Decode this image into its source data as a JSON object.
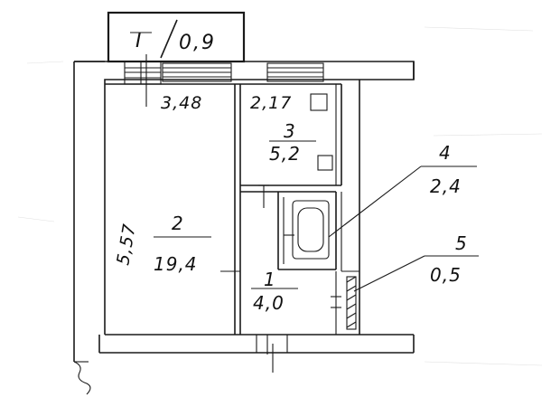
{
  "balcony": {
    "number": "I",
    "area": "0,9"
  },
  "rooms": [
    {
      "id": "room-1",
      "number": "1",
      "area": "4,0"
    },
    {
      "id": "room-2",
      "number": "2",
      "area": "19,4"
    },
    {
      "id": "room-3",
      "number": "3",
      "area": "5,2"
    },
    {
      "id": "room-4",
      "number": "4",
      "area": "2,4"
    },
    {
      "id": "room-5",
      "number": "5",
      "area": "0,5"
    }
  ],
  "dimensions": {
    "room2_width": "3,48",
    "room3_width": "2,17",
    "room2_length": "5,57"
  }
}
